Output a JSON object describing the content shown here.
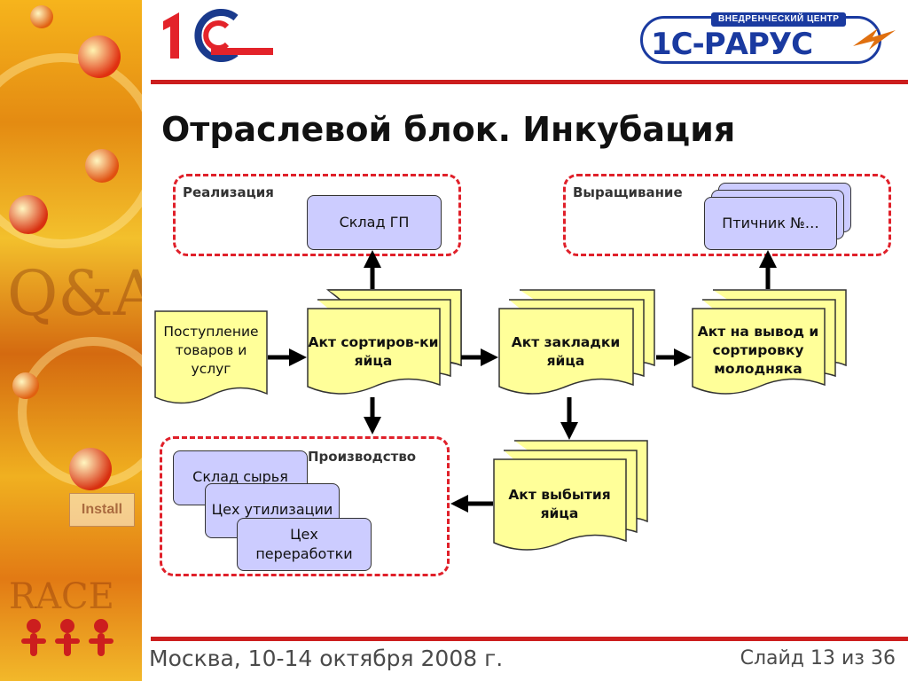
{
  "logos": {
    "onec": "1С",
    "rarus": "1С-РАРУС",
    "rarus_badge": "ВНЕДРЕНЧЕСКИЙ ЦЕНТР"
  },
  "title": "Отраслевой блок. Инкубация",
  "regions": {
    "sales": {
      "label": "Реализация",
      "warehouse": "Склад ГП"
    },
    "growing": {
      "label": "Выращивание",
      "poultry_house": "Птичник №…"
    },
    "production": {
      "label": "Производство",
      "raw_warehouse": "Склад сырья",
      "disposal": "Цех утилизации",
      "processing": "Цех переработки"
    }
  },
  "documents": {
    "receipt": "Поступление товаров и услуг",
    "sorting": "Акт сортиров-ки яйца",
    "laying": "Акт закладки яйца",
    "output": "Акт на вывод и сортировку молодняка",
    "disposal": "Акт выбытия яйца"
  },
  "footer": {
    "location": "Москва, 10-14 октября 2008 г.",
    "slide": "Слайд 13 из 36"
  },
  "colors": {
    "accent_red": "#cc1e1e",
    "dashed_red": "#e0202a",
    "doc_yellow": "#ffff99",
    "box_lavender": "#ccccff",
    "onec_red": "#e3232a",
    "onec_blue": "#1a3a8c",
    "rarus_blue": "#1a3aa0"
  }
}
